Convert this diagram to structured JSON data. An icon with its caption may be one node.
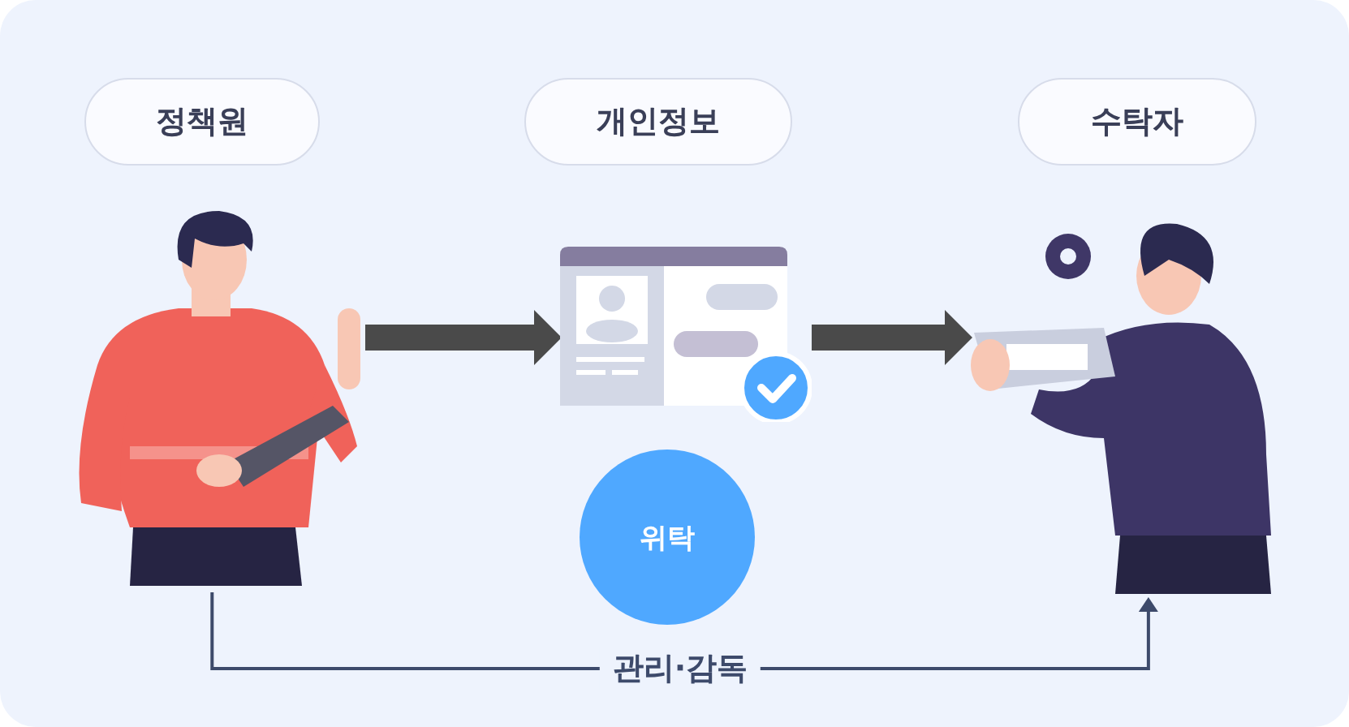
{
  "diagram": {
    "nodes": [
      {
        "text": [
          "정책원"
        ]
      },
      {
        "text": [
          "개인정보"
        ]
      },
      {
        "text": [
          "수탁자"
        ]
      },
      {
        "text": [],
        "shape": "picture"
      },
      {
        "text": [],
        "shape": "picture"
      },
      {
        "text": [],
        "shape": "picture"
      },
      {
        "text": [
          "위탁"
        ]
      }
    ],
    "edges": [
      {
        "from": 3,
        "to": 4,
        "arrow": "to"
      },
      {
        "from": 4,
        "to": 5,
        "arrow": "to"
      },
      {
        "from": 3,
        "to": 5,
        "arrow": "to",
        "label": "관리·감독",
        "color": "#3d4a6b"
      }
    ]
  }
}
